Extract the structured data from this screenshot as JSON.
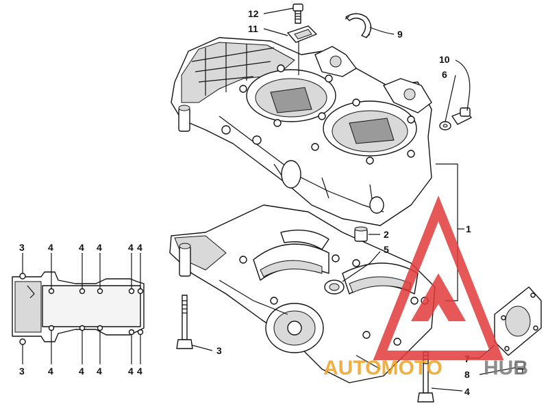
{
  "callouts": {
    "c1": "1",
    "c2": "2",
    "c3": "3",
    "c4": "4",
    "c5": "5",
    "c6": "6",
    "c7": "7",
    "c8": "8",
    "c9": "9",
    "c10": "10",
    "c11": "11",
    "c12": "12"
  },
  "inset": {
    "top_labels": [
      "3",
      "4",
      "4",
      "4",
      "4",
      "4"
    ],
    "bottom_labels": [
      "3",
      "4",
      "4",
      "4",
      "4",
      "4"
    ]
  },
  "watermark": {
    "text_orange": "AUTOMOTO",
    "text_gray": "HUB",
    "orange": "#f0a020",
    "red": "#e23a3a",
    "gray": "#7a7a7a"
  }
}
